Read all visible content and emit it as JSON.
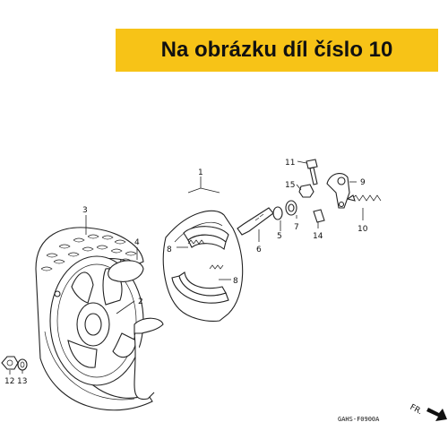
{
  "banner": {
    "text": "Na obrázku díl číslo 10",
    "color": "#f7c317"
  },
  "callouts": {
    "c1": "1",
    "c2": "2",
    "c3": "3",
    "c4": "4",
    "c5": "5",
    "c6": "6",
    "c7": "7",
    "c8a": "8",
    "c8b": "8",
    "c9": "9",
    "c10": "10",
    "c11": "11",
    "c12": "12",
    "c13": "13",
    "c14": "14",
    "c15": "15"
  },
  "direction_label": "FR.",
  "diagram_code": "GAHS-F0900A"
}
